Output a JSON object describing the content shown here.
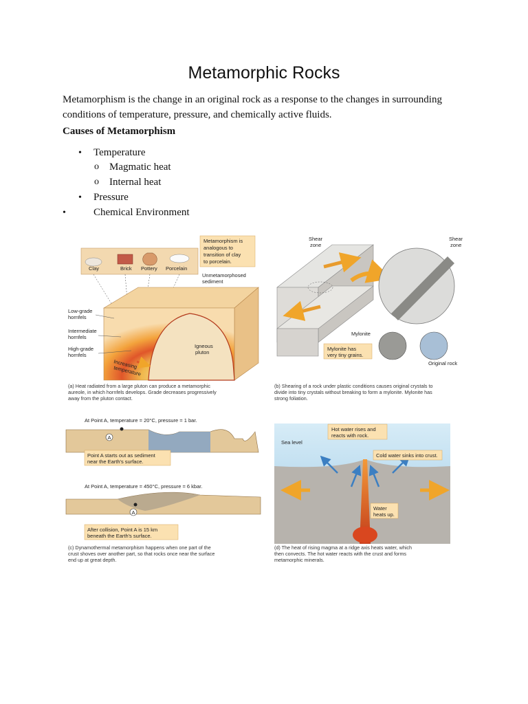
{
  "document": {
    "title": "Metamorphic Rocks",
    "intro": "Metamorphism is the change in an original rock as a response to the changes in surrounding conditions of temperature, pressure, and chemically active fluids.",
    "section_heading": "Causes of Metamorphism",
    "causes": [
      {
        "label": "Temperature",
        "sub": [
          "Magmatic heat",
          "Internal heat"
        ]
      },
      {
        "label": "Pressure"
      },
      {
        "label": "Chemical Environment"
      }
    ]
  },
  "figure": {
    "a": {
      "materials": [
        "Clay",
        "Brick",
        "Pottery",
        "Porcelain"
      ],
      "note": [
        "Metamorphism is",
        "analogous to",
        "transition of clay",
        "to porcelain."
      ],
      "unmet": [
        "Unmetamorphosed",
        "sediment"
      ],
      "low": [
        "Low-grade",
        "hornfels"
      ],
      "inter": [
        "Intermediate",
        "hornfels"
      ],
      "high": [
        "High-grade",
        "hornfels"
      ],
      "pluton": [
        "Igneous",
        "pluton"
      ],
      "temp": [
        "Increasing",
        "temperature"
      ],
      "caption": [
        "(a) Heat radiated from a large pluton can produce a metamorphic",
        "aureole, in which hornfels develops. Grade decreases progressively",
        "away from the pluton contact."
      ]
    },
    "b": {
      "shear_left": [
        "Shear",
        "zone"
      ],
      "shear_right": [
        "Shear",
        "zone"
      ],
      "mylonite": "Mylonite",
      "note": [
        "Mylonite has",
        "very tiny grains."
      ],
      "original": "Original rock",
      "caption": [
        "(b) Shearing of a rock under plastic conditions causes original crystals to",
        "divide into tiny crystals without breaking to form a mylonite. Mylonite has",
        "strong foliation."
      ]
    },
    "c": {
      "top": "At Point A, temperature = 20°C, pressure = 1 bar.",
      "marker": "A",
      "note1": [
        "Point A starts out as sediment",
        "near the Earth's surface."
      ],
      "bottom": "At Point A, temperature = 450°C, pressure = 6 kbar.",
      "note2": [
        "After collision, Point A is 15 km",
        "beneath the Earth's surface."
      ],
      "caption": [
        "(c) Dynamothermal metamorphism happens when one part of the",
        "crust shoves over another part, so that rocks once near the surface",
        "end up at great depth."
      ]
    },
    "d": {
      "hot": [
        "Hot water rises and",
        "reacts with rock."
      ],
      "sea": "Sea level",
      "cold": "Cold water sinks into crust.",
      "heats": [
        "Water",
        "heats up."
      ],
      "caption": [
        "(d) The heat of rising magma at a ridge axis heats water, which",
        "then convects. The hot water reacts with the crust and forms",
        "metamorphic minerals."
      ]
    }
  }
}
